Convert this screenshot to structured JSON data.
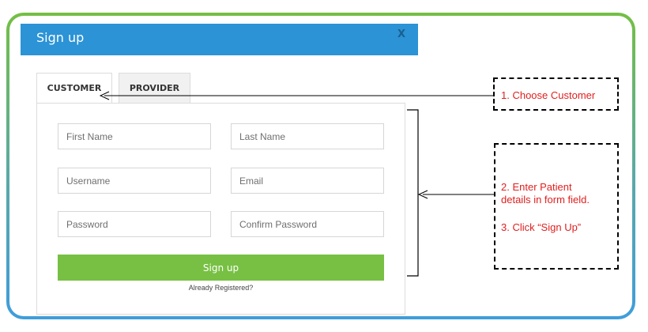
{
  "dialog": {
    "title": "Sign up",
    "close_label": "X"
  },
  "tabs": [
    {
      "label": "CUSTOMER",
      "active": true
    },
    {
      "label": "PROVIDER",
      "active": false
    }
  ],
  "form": {
    "first_name_placeholder": "First Name",
    "last_name_placeholder": "Last Name",
    "username_placeholder": "Username",
    "email_placeholder": "Email",
    "password_placeholder": "Password",
    "confirm_password_placeholder": "Confirm Password",
    "submit_label": "Sign up",
    "already_registered": "Already Registered?"
  },
  "annotations": {
    "step1": "1. Choose Customer",
    "step2_line1": "2. Enter Patient",
    "step2_line2": "details in form field.",
    "step3": "3. Click “Sign Up”"
  },
  "colors": {
    "header": "#2b93d6",
    "button": "#77c043",
    "annotation_text": "#e02020",
    "frame_top": "#74bf44",
    "frame_bottom": "#3f9ddb"
  }
}
